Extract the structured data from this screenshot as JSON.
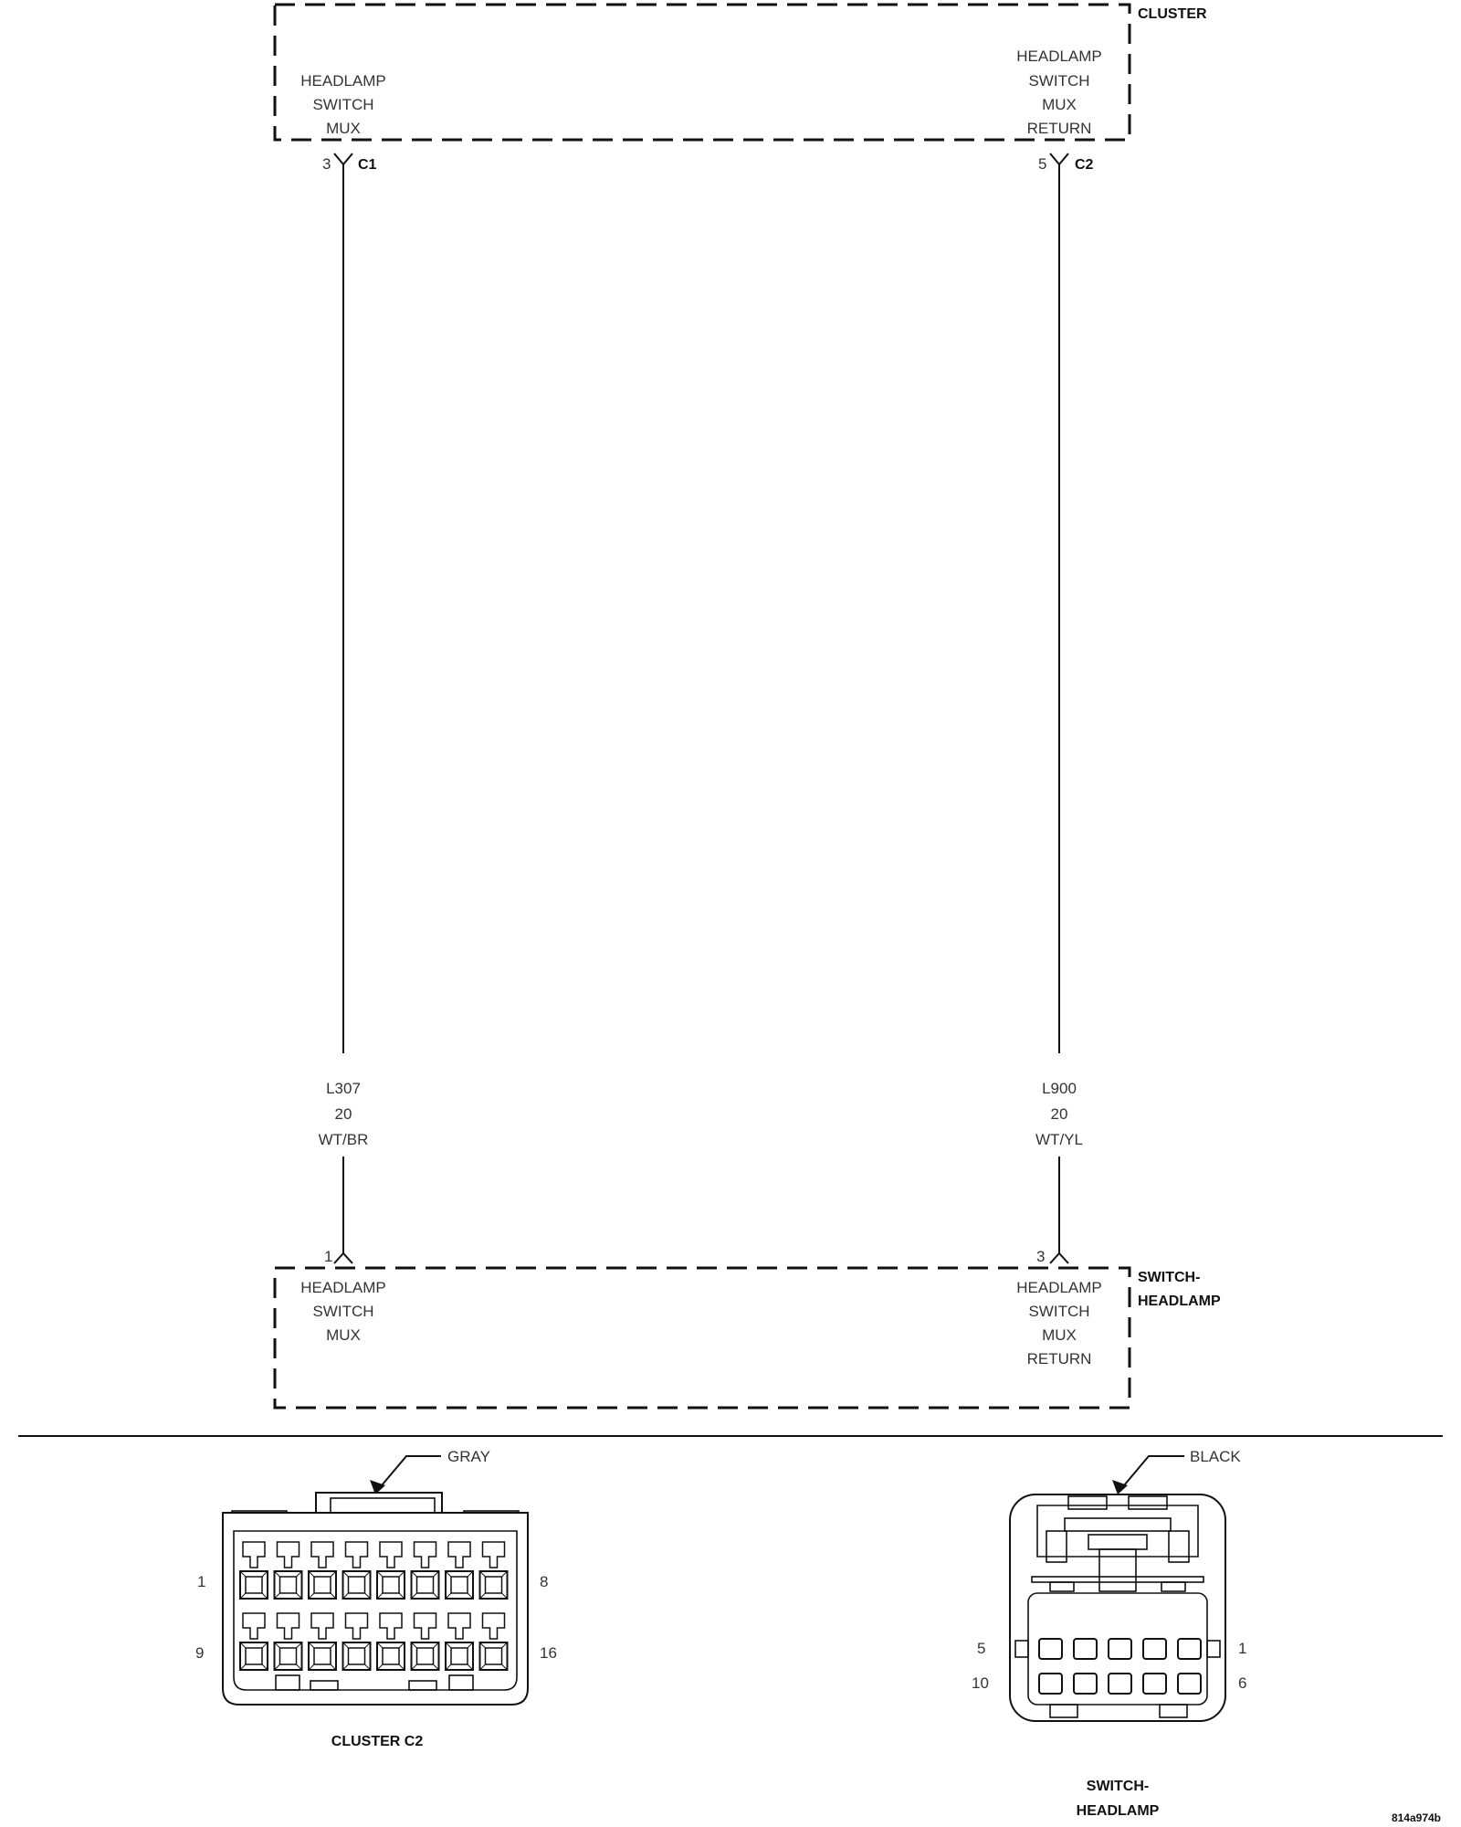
{
  "components": {
    "cluster": {
      "name": "CLUSTER",
      "left_pin_function": [
        "HEADLAMP",
        "SWITCH",
        "MUX"
      ],
      "right_pin_function": [
        "HEADLAMP",
        "SWITCH",
        "MUX",
        "RETURN"
      ]
    },
    "switch_headlamp": {
      "name_lines": [
        "SWITCH-",
        "HEADLAMP"
      ],
      "left_pin_function": [
        "HEADLAMP",
        "SWITCH",
        "MUX"
      ],
      "right_pin_function": [
        "HEADLAMP",
        "SWITCH",
        "MUX",
        "RETURN"
      ]
    }
  },
  "circuits": [
    {
      "from_pin": "3",
      "from_connector": "C1",
      "to_pin": "1",
      "circuit": "L307",
      "gauge": "20",
      "color": "WT/BR"
    },
    {
      "from_pin": "5",
      "from_connector": "C2",
      "to_pin": "3",
      "circuit": "L900",
      "gauge": "20",
      "color": "WT/YL"
    }
  ],
  "connector_views": {
    "cluster_c2": {
      "caption": "CLUSTER C2",
      "color_label": "GRAY",
      "pin_labels": [
        "1",
        "8",
        "9",
        "16"
      ]
    },
    "switch_headlamp": {
      "caption_lines": [
        "SWITCH-",
        "HEADLAMP"
      ],
      "color_label": "BLACK",
      "pin_labels": [
        "5",
        "1",
        "10",
        "6"
      ]
    }
  },
  "figure_id": "814a974b"
}
